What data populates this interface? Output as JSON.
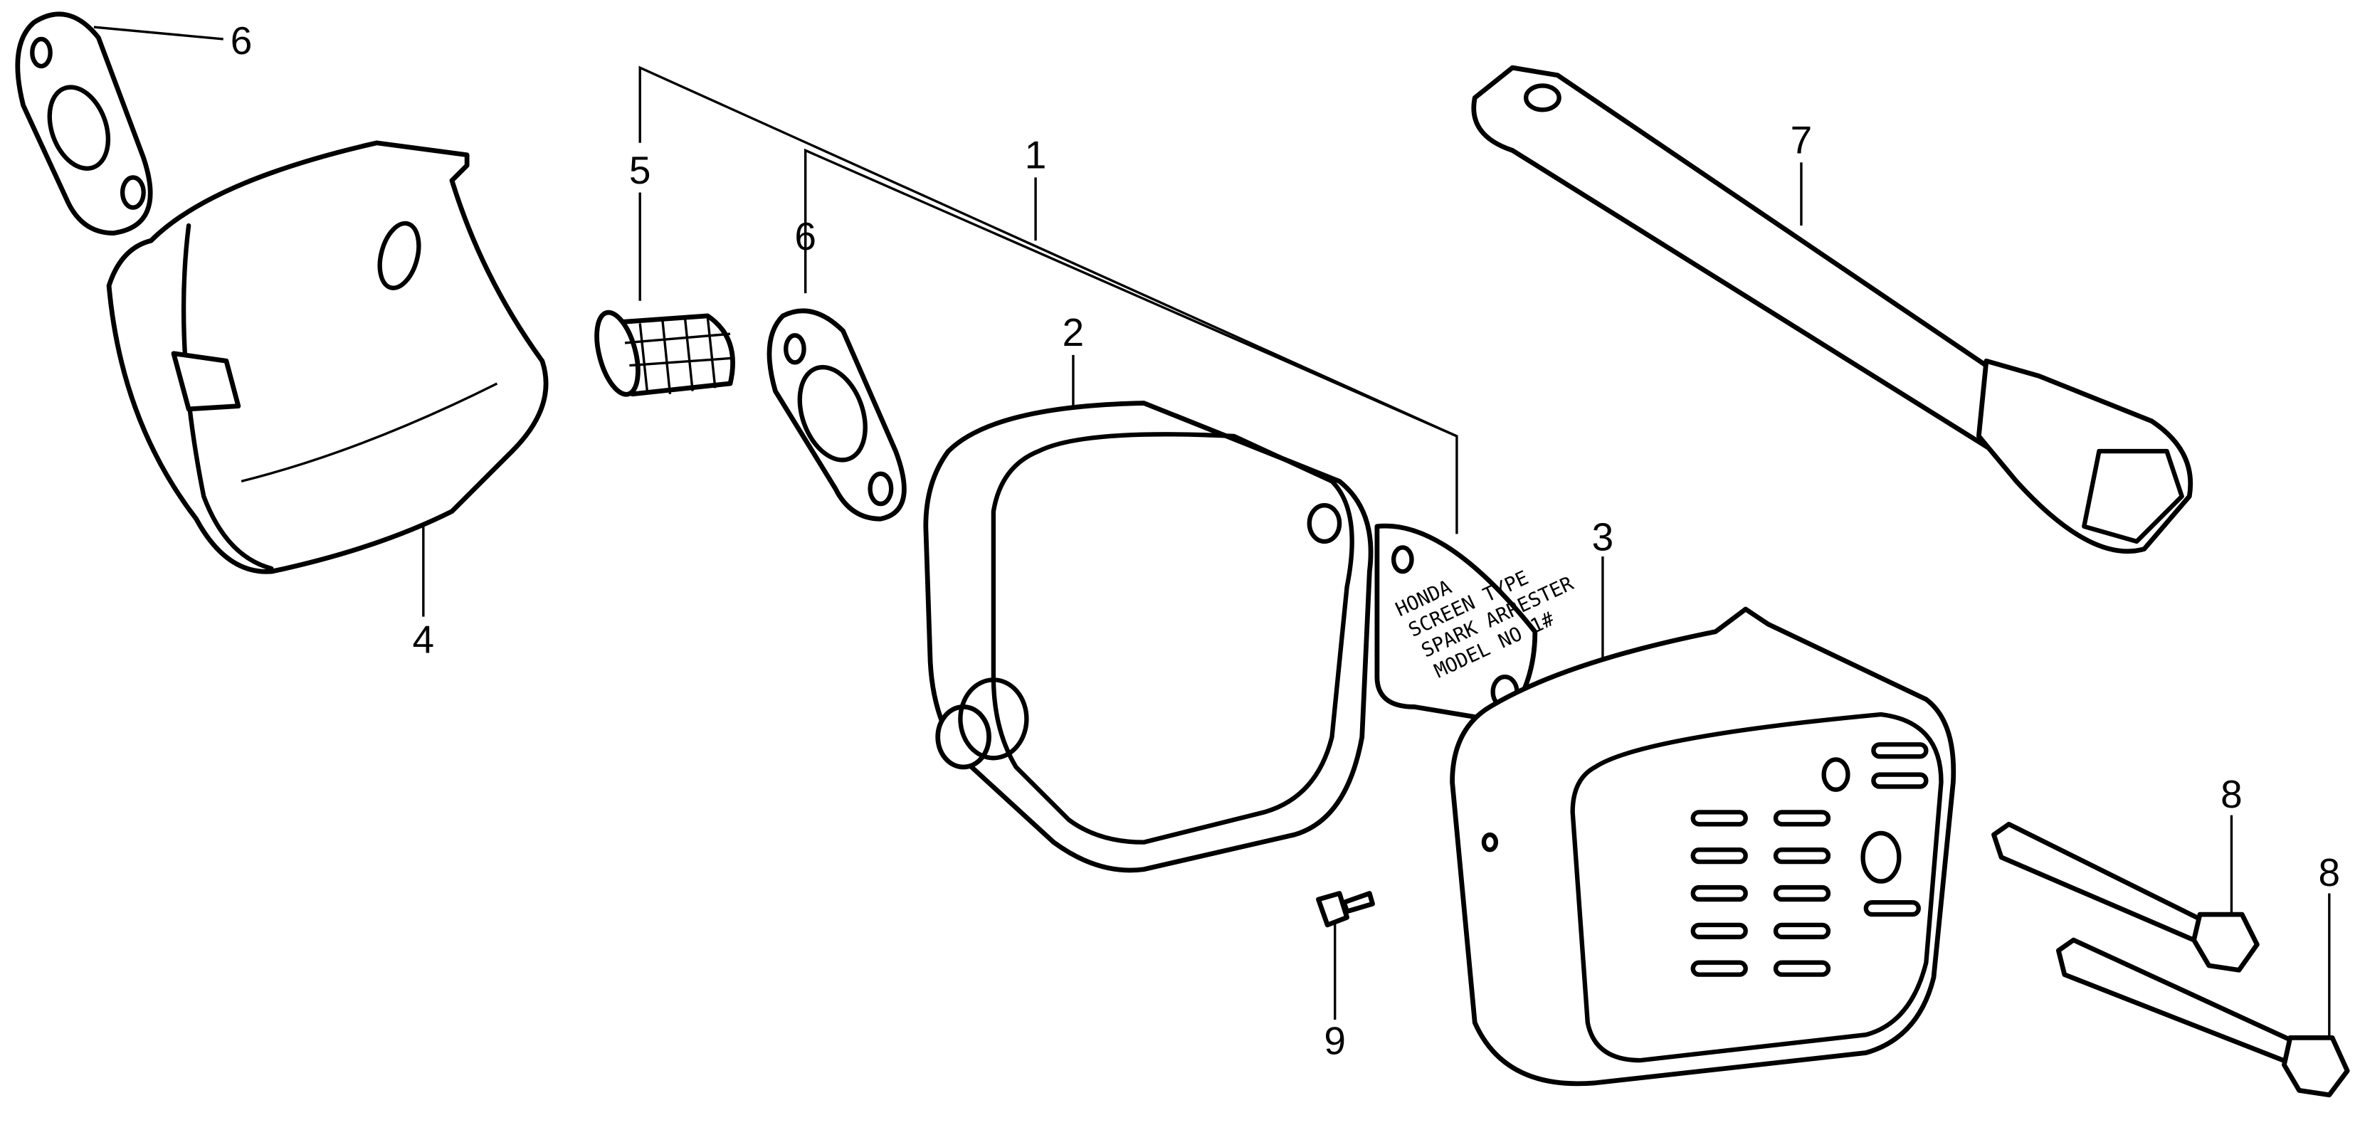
{
  "diagram": {
    "callouts": [
      {
        "id": "callout-1",
        "label": "1"
      },
      {
        "id": "callout-2",
        "label": "2"
      },
      {
        "id": "callout-3",
        "label": "3"
      },
      {
        "id": "callout-4",
        "label": "4"
      },
      {
        "id": "callout-5",
        "label": "5"
      },
      {
        "id": "callout-6a",
        "label": "6"
      },
      {
        "id": "callout-6b",
        "label": "6"
      },
      {
        "id": "callout-7",
        "label": "7"
      },
      {
        "id": "callout-8a",
        "label": "8"
      },
      {
        "id": "callout-8b",
        "label": "8"
      },
      {
        "id": "callout-9",
        "label": "9"
      }
    ],
    "plate_text": [
      "HONDA",
      "SCREEN TYPE",
      "SPARK ARRESTER",
      "MODEL NO 1#"
    ]
  }
}
